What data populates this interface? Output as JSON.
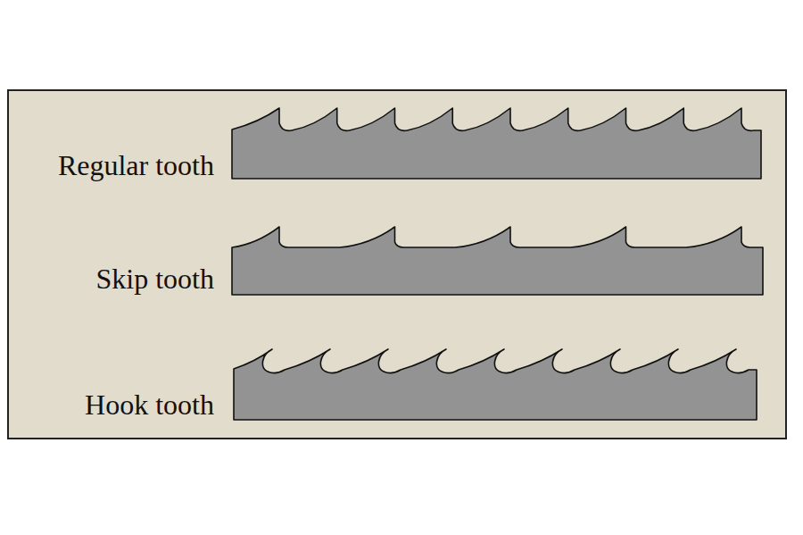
{
  "diagram": {
    "labels": [
      "Regular tooth",
      "Skip tooth",
      "Hook tooth"
    ]
  }
}
